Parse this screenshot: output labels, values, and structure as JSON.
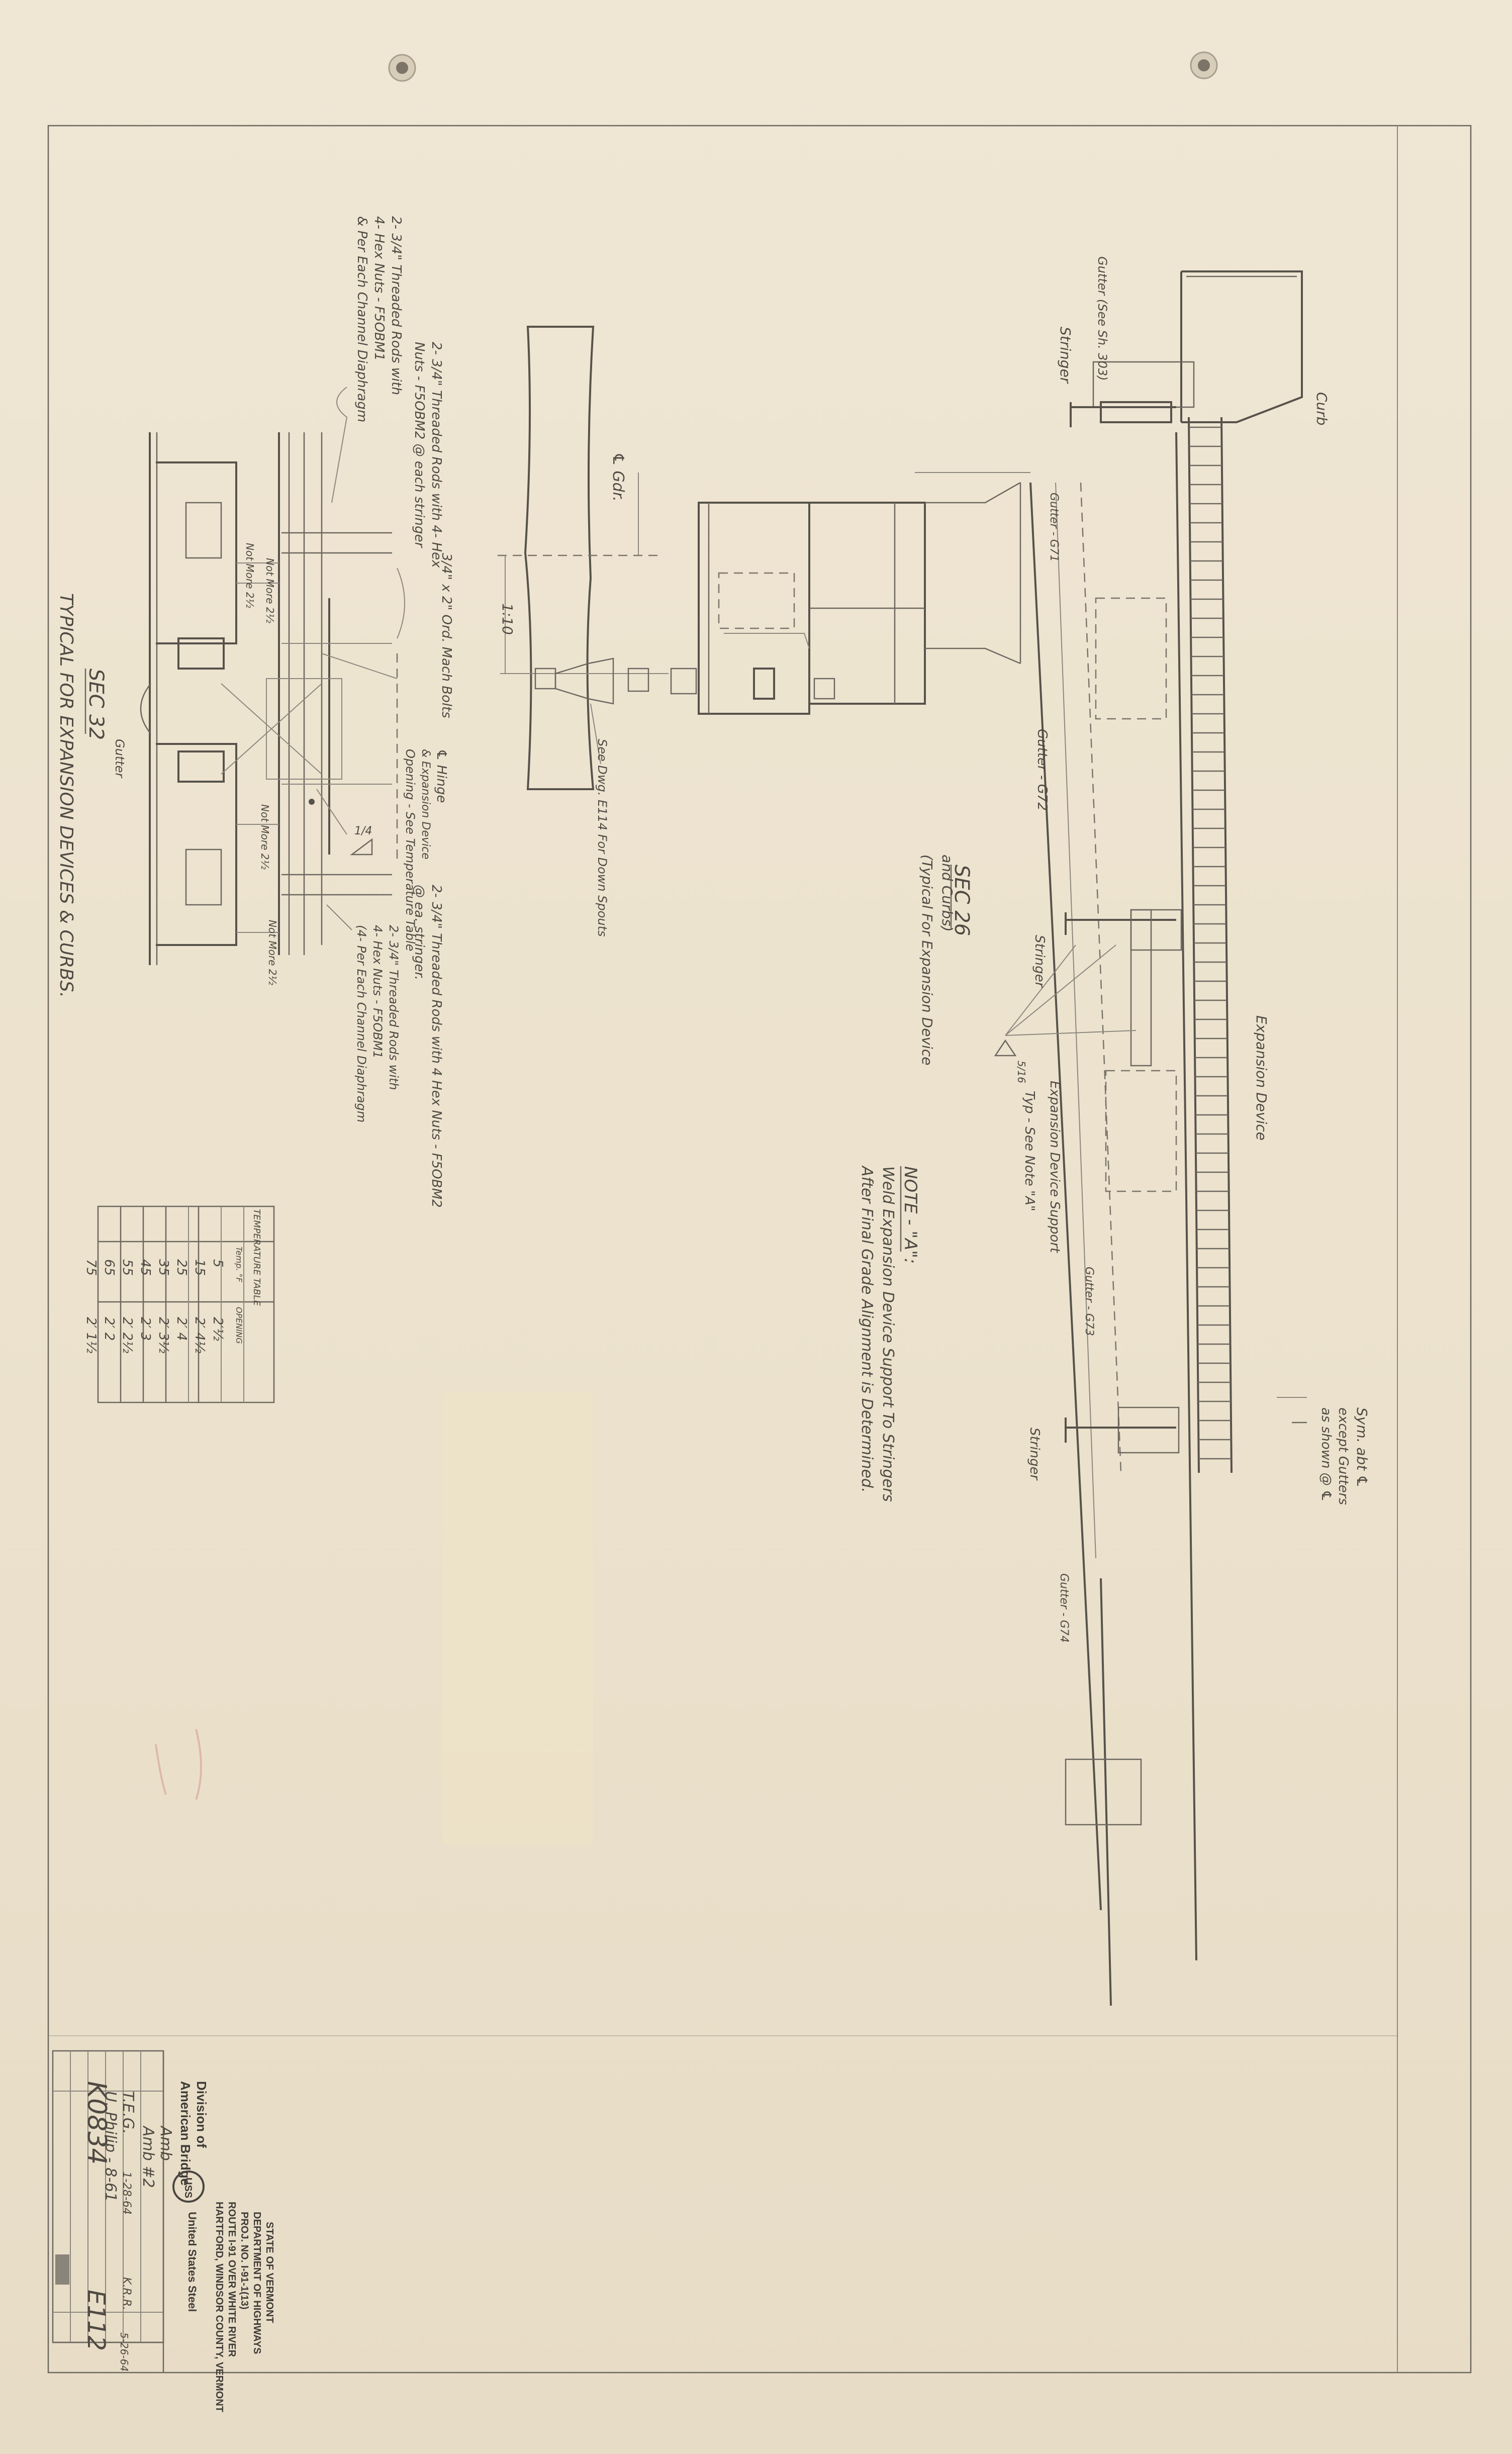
{
  "sec32": {
    "title": "SEC 32",
    "subtitle": "TYPICAL FOR EXPANSION DEVICES & CURBS.",
    "labels": {
      "rods_top": "2- 3/4\" Threaded Rods with",
      "rods_top2": "4- Hex Nuts - F5OBM1",
      "rods_top3": "& Per Each Channel Diaphragm",
      "rods_mid": "2- 3/4\" Threaded Rods with 4- Hex",
      "rods_mid2": "Nuts - F5OBM2 @ each stringer",
      "bolts": "3/4\" x 2\" Ord. Mach Bolts",
      "hinge": "℄ Hinge",
      "hinge2": "& Expansion Device",
      "opening": "Opening - See Temperature Table",
      "rods_low": "2- 3/4\" Threaded Rods with 4 Hex Nuts - F5OBM2",
      "rods_low2": "@ ea. stringer.",
      "rods_bot": "2- 3/4\" Threaded Rods with",
      "rods_bot2": "4- Hex Nuts - F5OBM1",
      "rods_bot3": "(4- Per Each Channel Diaphragm",
      "gutter": "Gutter",
      "not_more_1": "Not More 2½",
      "not_more_2": "Not More 2½",
      "not_more_3": "Not More 2½",
      "not_more_4": "Not More 2½",
      "weld": "1/4"
    },
    "table": {
      "title": "TEMPERATURE TABLE",
      "headers": [
        "Temp. °F",
        "OPENING"
      ],
      "rows": [
        [
          "5",
          "2′½"
        ],
        [
          "15",
          "2′ 4½"
        ],
        [
          "25",
          "2′ 4"
        ],
        [
          "35",
          "2′ 3½"
        ],
        [
          "45",
          "2′ 3"
        ],
        [
          "55",
          "2′ 2½"
        ],
        [
          "65",
          "2′ 2"
        ],
        [
          "75",
          "2′ 1½"
        ]
      ]
    }
  },
  "detail": {
    "gdr": "℄ Gdr.",
    "slope": "1:10",
    "downspout": "See Dwg. E114 For Down Spouts"
  },
  "sec26": {
    "title": "SEC 26",
    "subtitle1": "(Typical For Expansion Device",
    "subtitle2": "and Curbs)",
    "labels": {
      "gutter_ref": "Gutter (See Sh. 303)",
      "stringer1": "Stringer",
      "curb": "Curb",
      "gutter_g71": "Gutter - G71",
      "gutter_g72": "Gutter - G72",
      "stringer2": "Stringer",
      "weld": "5/16",
      "typ": "Typ - See Note \"A\"",
      "exp_support": "Expansion Device Support",
      "exp_device": "Expansion Device",
      "gutter_g73": "Gutter - G73",
      "stringer3": "Stringer",
      "gutter_g74": "Gutter - G74",
      "sym": "Sym. abt ℄",
      "sym2": "except Gutters",
      "sym3": "as shown @ ℄"
    }
  },
  "note": {
    "title": "NOTE - \"A\":",
    "line1": "After Final Grade Alignment is Determined.",
    "line2": "Weld Expansion Device Support To Stringers"
  },
  "title_block": {
    "state": "STATE OF VERMONT",
    "dept": "DEPARTMENT OF HIGHWAYS",
    "project": "PROJ. NO. I-91-1(13)",
    "route": "ROUTE I-91 OVER WHITE RIVER",
    "location": "HARTFORD, WINDSOR COUNTY, VERMONT",
    "company": "American Bridge",
    "division": "Division of",
    "uss": "USS",
    "steel": "United States Steel",
    "made_by": "Amb",
    "checked": "Amb #2",
    "drawn": "T.E.G.",
    "date1": "1-28-64",
    "approved": "K.R.R.",
    "date2": "5-26-64",
    "philip": "U. Philip - 8-61",
    "contract": "K0834",
    "sheet": "E112"
  }
}
